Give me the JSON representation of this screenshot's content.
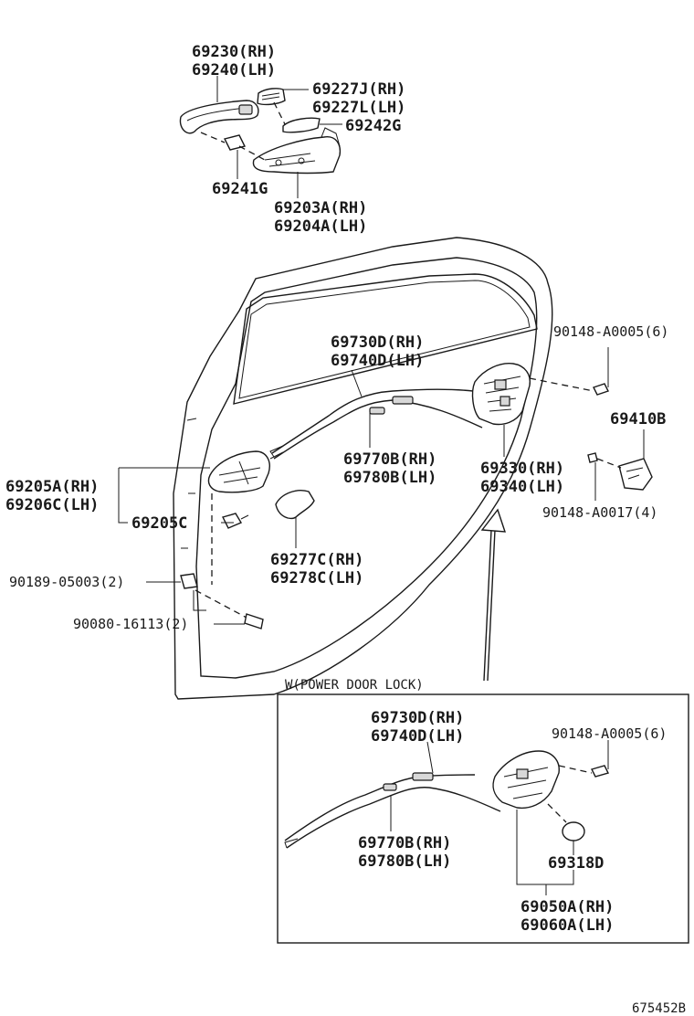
{
  "labels": {
    "outer_handle": [
      "69230(RH)",
      "69240(LH)"
    ],
    "handle_pad": [
      "69227J(RH)",
      "69227L(LH)"
    ],
    "pad_69242g": "69242G",
    "pad_69241g": "69241G",
    "handle_frame": [
      "69203A(RH)",
      "69204A(LH)"
    ],
    "cable_a": [
      "69730D(RH)",
      "69740D(LH)"
    ],
    "screw_6": "90148-A0005(6)",
    "striker": "69410B",
    "cable_b": [
      "69770B(RH)",
      "69780B(LH)"
    ],
    "lock_assy": [
      "69330(RH)",
      "69340(LH)"
    ],
    "inner_handle": [
      "69205A(RH)",
      "69206C(LH)"
    ],
    "inner_handle_c": "69205C",
    "screw_4": "90148-A0017(4)",
    "bezel": [
      "69277C(RH)",
      "69278C(LH)"
    ],
    "clip": "90189-05003(2)",
    "bolt": "90080-16113(2)",
    "inset_title": "W(POWER DOOR LOCK)",
    "inset_cable_a": [
      "69730D(RH)",
      "69740D(LH)"
    ],
    "inset_screw": "90148-A0005(6)",
    "inset_cable_b": [
      "69770B(RH)",
      "69780B(LH)"
    ],
    "inset_cover": "69318D",
    "inset_lock": [
      "69050A(RH)",
      "69060A(LH)"
    ],
    "figure_id": "675452B"
  }
}
